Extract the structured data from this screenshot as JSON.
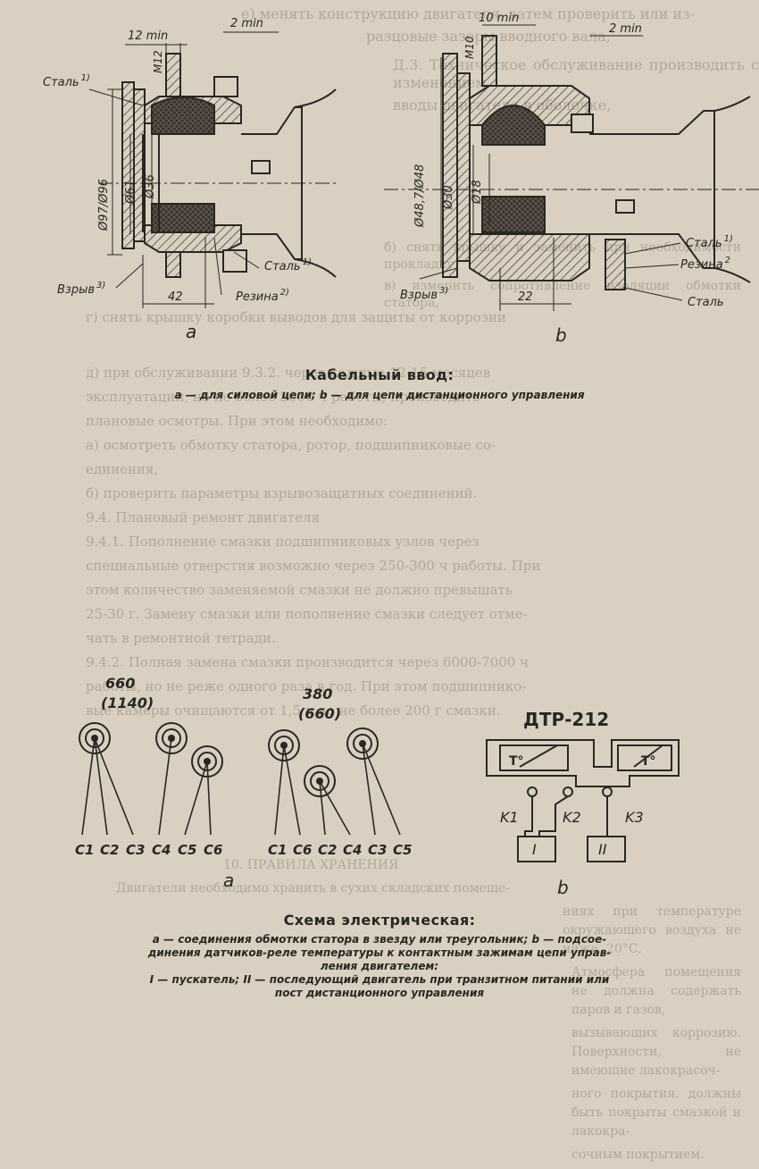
{
  "colors": {
    "paper": "#d9d0c1",
    "ink": "#2a2622",
    "show_through": "#b2a897",
    "rubber_fill": "#3a332d"
  },
  "show_through_text": {
    "top": [
      "е) менять конструкцию двигателя, затем проверить или из-",
      "разцовые зазоры вводного вала,",
      "Д.3. Техническое обслуживание производить с изменением",
      "вводы двигателя в оболочке,"
    ],
    "middle": [
      "б) снять крышку и заменить при необходимости прокладку",
      "в) измерить сопротивление изоляции обмотки статора,",
      "г) снять крышку коробки выводов для защиты от коррозии",
      "д) при обслуживании 9.3.2. через каждые 12-15 месяцев",
      "эксплуатации, но не более 3000 ч работы, производить",
      "плановые осмотры. При этом необходимо:",
      "а) осмотреть обмотку статора, ротор, подшипниковые со-",
      "единения,",
      "б) проверить параметры взрывозащитных соединений.",
      "9.4. Плановый ремонт двигателя",
      "9.4.1. Пополнение смазки подшипниковых узлов через",
      "специальные отверстия возможно через 250-300 ч работы. При",
      "этом количество заменяемой смазки не должно превышать",
      "25-30 г. Замену смазки или пополнение смазки следует отме-",
      "чать в ремонтной тетради.",
      "9.4.2. Полная замена смазки производится через 6000-7000 ч",
      "работы, но не реже одного раза в год. При этом подшипнико-",
      "вые камеры очищаются от 1,5 ч до не более 200 г смазки."
    ],
    "bottom": [
      "10. ПРАВИЛА ХРАНЕНИЯ",
      "Двигатели необходимо хранить в сухих складских помеще-",
      "ниях при температуре окружающего воздуха не ниже -20°С.",
      "Атмосфера помещения не должна содержать паров и газов,",
      "вызывающих коррозию. Поверхности, не имеющие лакокрасоч-",
      "ного покрытия, должны быть покрыты смазкой и лакокра-",
      "сочным покрытием."
    ]
  },
  "figure_cable": {
    "view_a": {
      "label": "a",
      "dims": {
        "width_top": "12 min",
        "gap": "2 min",
        "bolt": "M12",
        "d_outer": "Ø97/Ø96",
        "d_mid": "Ø61",
        "d_inner": "Ø36",
        "length": "42"
      },
      "notes": {
        "steel_top": "Сталь",
        "steel_top_ref": "1)",
        "steel_bottom": "Сталь",
        "steel_bottom_ref": "1)",
        "rubber": "Резина",
        "rubber_ref": "2)",
        "explosion": "Взрыв",
        "explosion_ref": "3)"
      }
    },
    "view_b": {
      "label": "b",
      "dims": {
        "width_top": "10 min",
        "gap": "2 min",
        "bolt": "M10",
        "d_outer": "Ø48,7/Ø48",
        "d_mid": "Ø30",
        "d_inner": "Ø18",
        "length": "22"
      },
      "notes": {
        "steel_top": "Сталь",
        "steel_top_ref": "1)",
        "rubber": "Резина",
        "rubber_ref": "2",
        "steel_bottom": "Сталь",
        "explosion": "Взрыв",
        "explosion_ref": "3)"
      }
    },
    "caption_title": "Кабельный ввод:",
    "caption_sub": "a — для силовой цепи; b — для цепи дистанционного управления"
  },
  "figure_scheme": {
    "group_660": {
      "voltage": "660",
      "voltage_alt": "(1140)",
      "terminals": [
        "C1",
        "C2",
        "C3",
        "C4",
        "C5",
        "C6"
      ]
    },
    "group_380": {
      "voltage": "380",
      "voltage_alt": "(660)",
      "terminals": [
        "C1",
        "C6",
        "C2",
        "C4",
        "C3",
        "C5"
      ]
    },
    "label_a": "a",
    "relay": {
      "title": "ДТР-212",
      "sensor_label": "T°",
      "contacts": [
        "K1",
        "K2",
        "K3"
      ],
      "box_1": "I",
      "box_2": "II"
    },
    "label_b": "b",
    "caption_title": "Схема электрическая:",
    "caption_sub": [
      "a — соединения обмотки статора в звезду или треугольник; b — подсое-",
      "динения датчиков-реле температуры к контактным зажимам цепи управ-",
      "ления двигателем:",
      "I — пускатель; II — последующий двигатель при транзитном питании или",
      "пост дистанционного управления"
    ]
  }
}
